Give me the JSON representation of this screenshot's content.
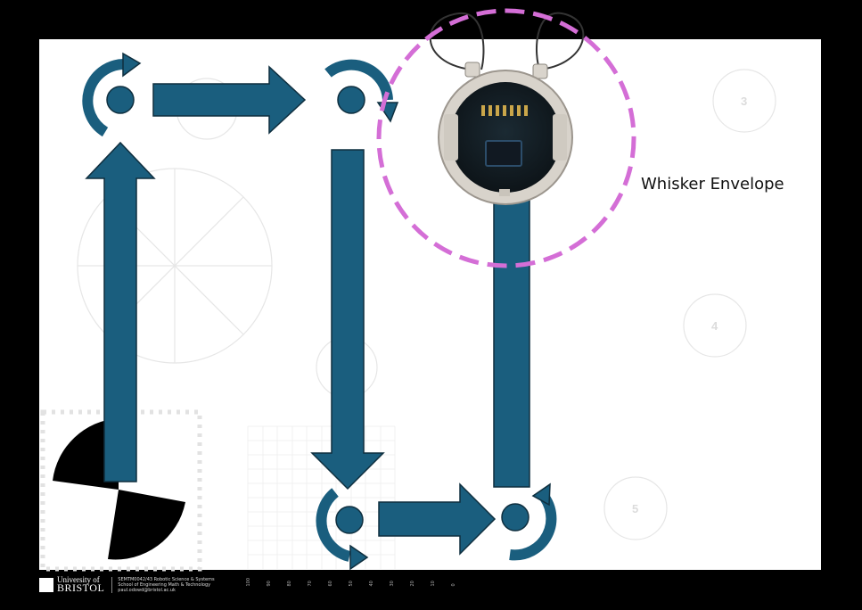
{
  "label": {
    "envelope": "Whisker Envelope"
  },
  "stations": [
    "3",
    "4",
    "5"
  ],
  "footer": {
    "university_small": "University of",
    "university_big": "BRISTOL",
    "lines": [
      "SEMTM0042/43 Robotic Science & Systems",
      "School of Engineering Math & Technology",
      "paul.odowd@bristol.ac.uk"
    ]
  },
  "ruler_labels": [
    "100",
    "90",
    "80",
    "70",
    "60",
    "50",
    "40",
    "30",
    "20",
    "10",
    "0"
  ],
  "colors": {
    "path": "#1a5e7e",
    "path_outline": "#0f2f3f",
    "envelope": "#d46ed6",
    "frame": "#000000",
    "board": "#ffffff",
    "faint": "#e4e4e4"
  },
  "icons": {
    "rotate": "circular-arrow-icon",
    "forward": "arrow-icon",
    "robot": "robot-image"
  }
}
